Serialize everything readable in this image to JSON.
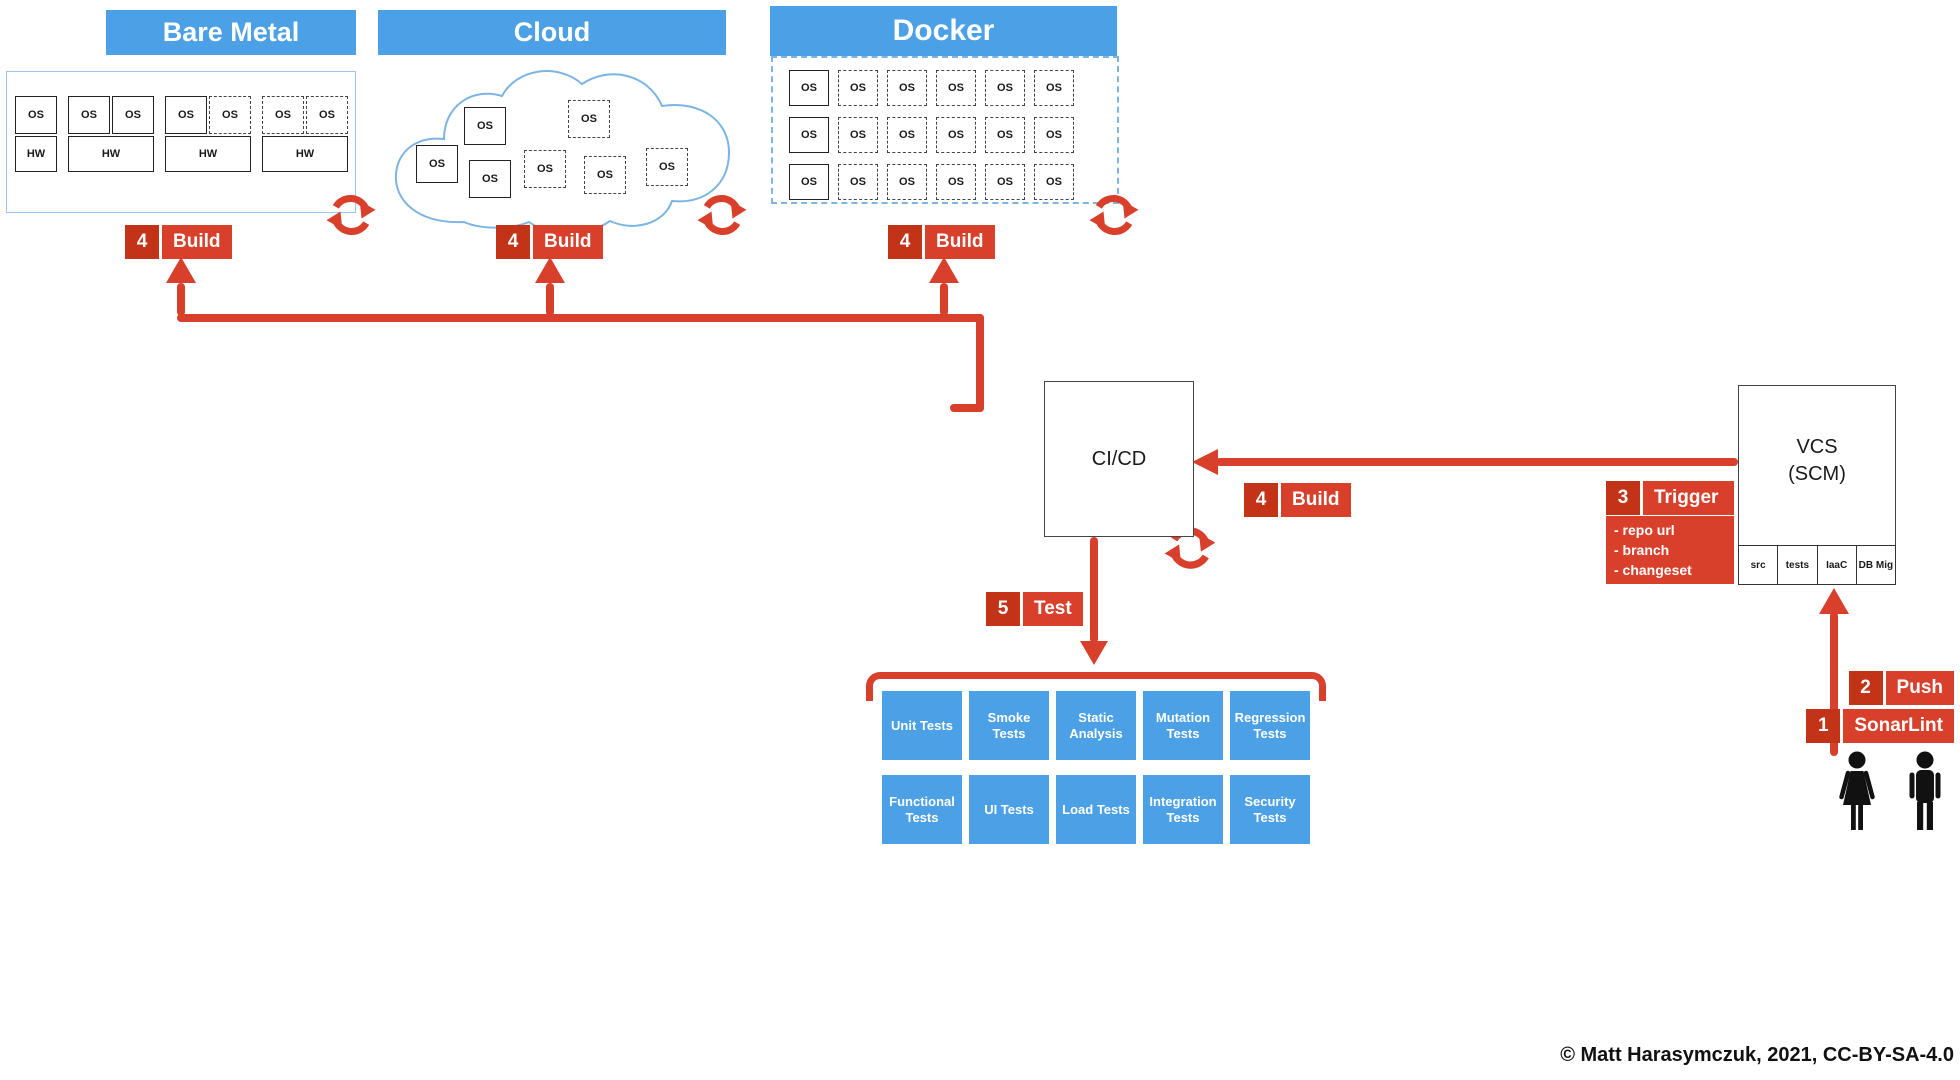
{
  "copyright": "© Matt Harasymczuk, 2021, CC-BY-SA-4.0",
  "colors": {
    "blue": "#4BA0E6",
    "light_blue": "#7CB4E4",
    "red": "#D8402C",
    "red_dark": "#C23318"
  },
  "labels": {
    "os": "OS",
    "hw": "HW"
  },
  "platforms": {
    "bare_metal": {
      "title": "Bare Metal"
    },
    "cloud": {
      "title": "Cloud"
    },
    "docker": {
      "title": "Docker"
    }
  },
  "cicd": {
    "title": "CI/CD"
  },
  "vcs": {
    "line1": "VCS",
    "line2": "(SCM)",
    "cells": [
      "src",
      "tests",
      "IaaC",
      "DB Mig"
    ]
  },
  "badges": {
    "build": {
      "num": "4",
      "label": "Build"
    },
    "test": {
      "num": "5",
      "label": "Test"
    },
    "trigger": {
      "num": "3",
      "label": "Trigger"
    },
    "push": {
      "num": "2",
      "label": "Push"
    },
    "sonarlint": {
      "num": "1",
      "label": "SonarLint"
    }
  },
  "trigger_details": {
    "line1": "- repo url",
    "line2": "- branch",
    "line3": "- changeset"
  },
  "tests": {
    "row1": [
      "Unit Tests",
      "Smoke Tests",
      "Static Analysis",
      "Mutation Tests",
      "Regression Tests"
    ],
    "row2": [
      "Functional Tests",
      "UI Tests",
      "Load Tests",
      "Integration Tests",
      "Security Tests"
    ]
  }
}
